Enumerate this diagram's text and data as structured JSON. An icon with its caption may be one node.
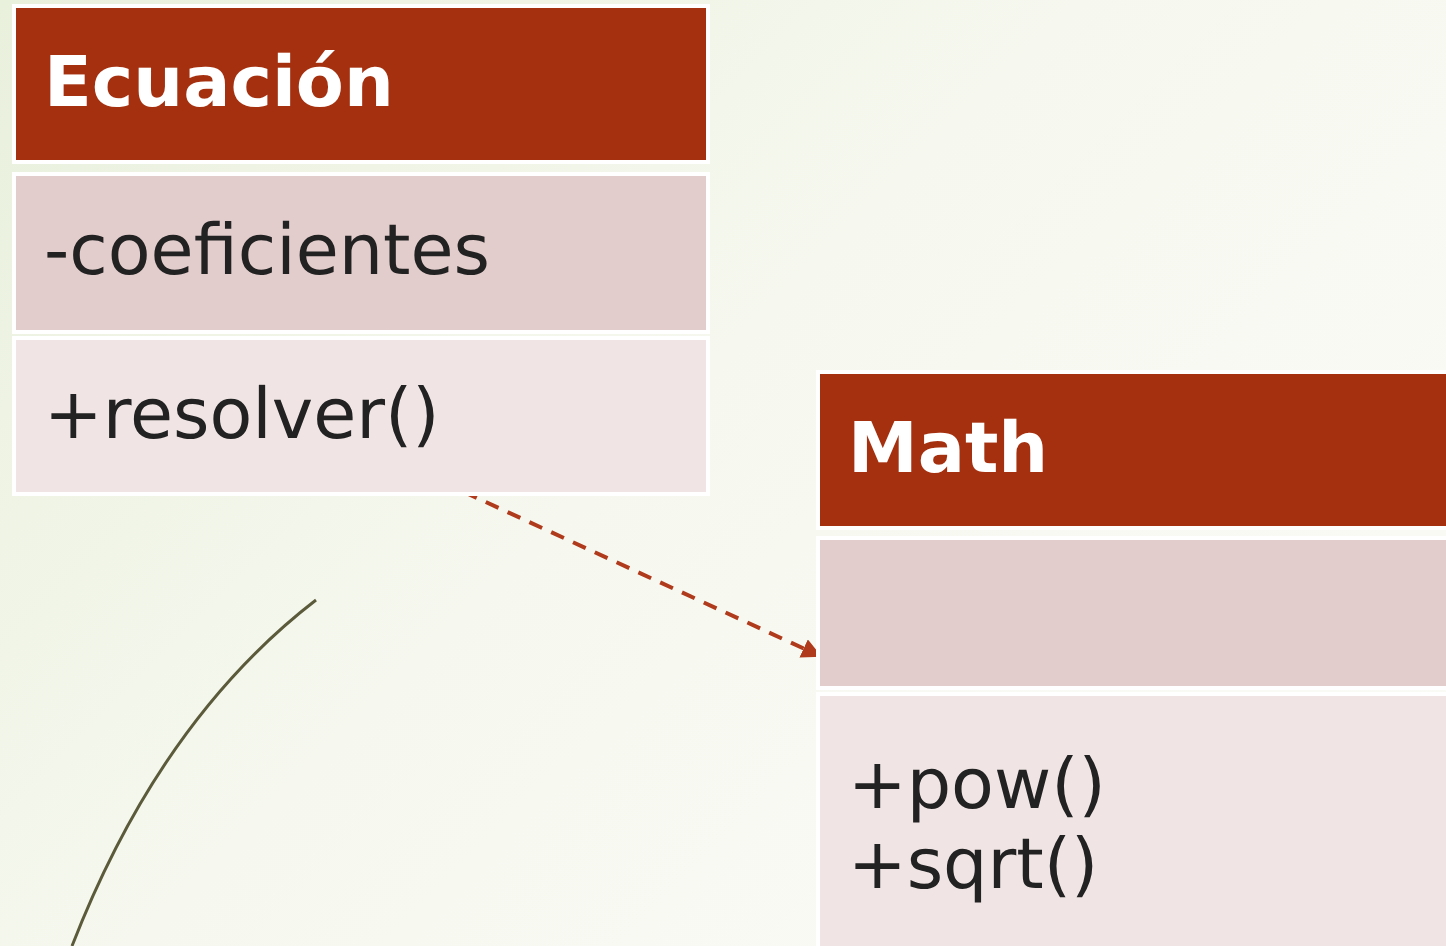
{
  "diagram": {
    "nodes": [
      {
        "text": [
          "Ecuación"
        ]
      },
      {
        "text": [
          "-coeficientes"
        ]
      },
      {
        "text": [
          "+resolver()"
        ]
      },
      {
        "text": [
          "Math"
        ]
      },
      {
        "text": [],
        "shape": "box"
      },
      {
        "text": [
          "+pow()",
          "+sqrt()"
        ]
      }
    ],
    "edges": [
      {
        "from": 2,
        "to": 4,
        "arrow": "to",
        "style": "dashed",
        "color": "#b03a1c"
      }
    ]
  }
}
